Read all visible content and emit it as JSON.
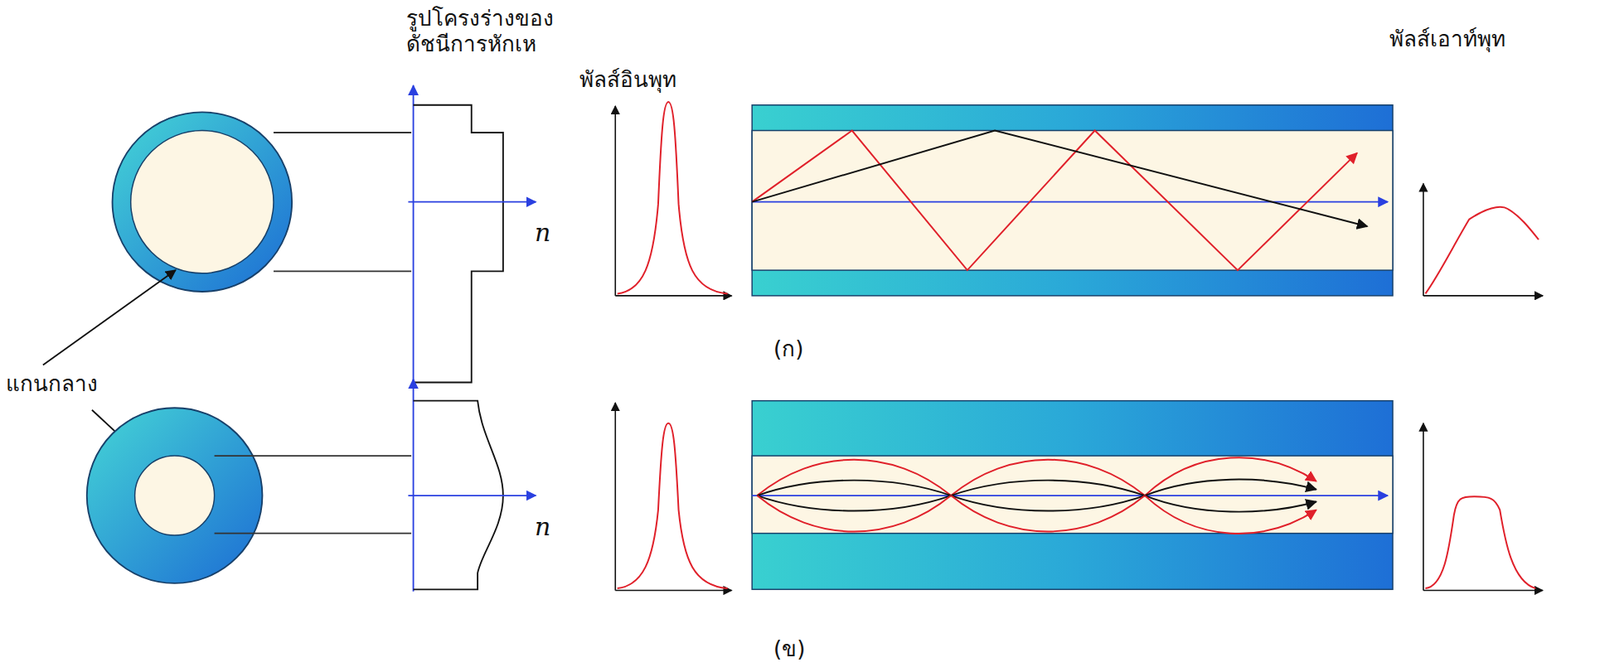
{
  "diagram": {
    "labels": [
      "รูปโครงร่างของ ดัชนีการหักเห",
      "พัลส์อินพุท",
      "พัลส์เอาท์พุท",
      "n",
      "แกนกลาง",
      "(ก)",
      "n",
      "(ข)"
    ]
  }
}
